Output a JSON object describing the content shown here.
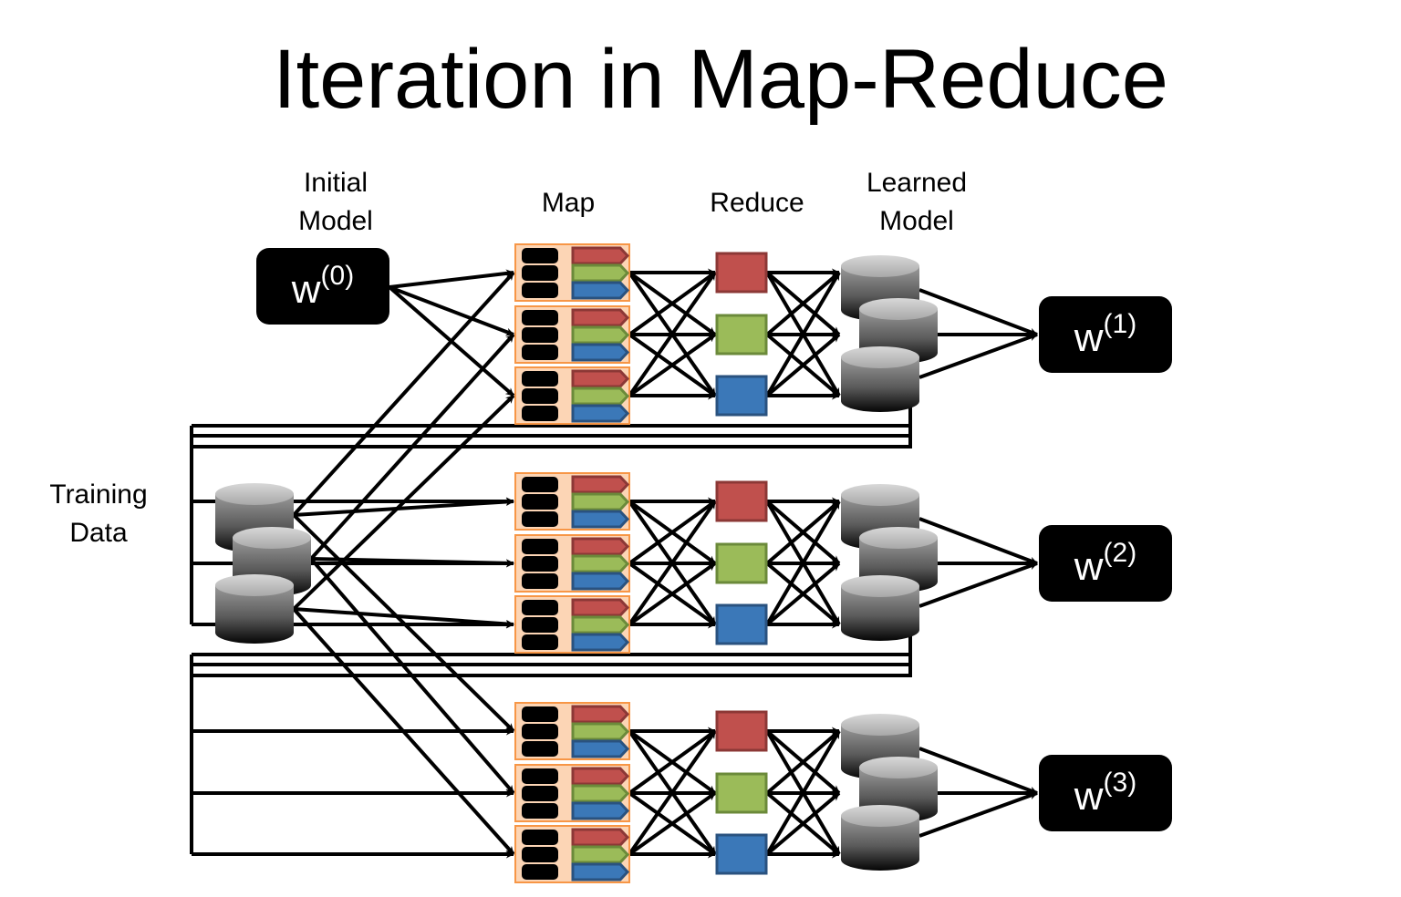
{
  "title": "Iteration in Map-Reduce",
  "labels": {
    "initial_model": [
      "Initial",
      "Model"
    ],
    "map": "Map",
    "reduce": "Reduce",
    "learned_model": [
      "Learned",
      "Model"
    ],
    "training_data": [
      "Training",
      "Data"
    ]
  },
  "models": [
    {
      "base": "w",
      "sup": "(0)"
    },
    {
      "base": "w",
      "sup": "(1)"
    },
    {
      "base": "w",
      "sup": "(2)"
    },
    {
      "base": "w",
      "sup": "(3)"
    }
  ],
  "colors": {
    "red": "#c0504d",
    "red_border": "#8c3836",
    "green": "#9bbb59",
    "green_border": "#6b8a3a",
    "blue": "#3b78b8",
    "blue_border": "#2a527f",
    "map_fill": "#fcd5b5",
    "map_border": "#f79646"
  }
}
